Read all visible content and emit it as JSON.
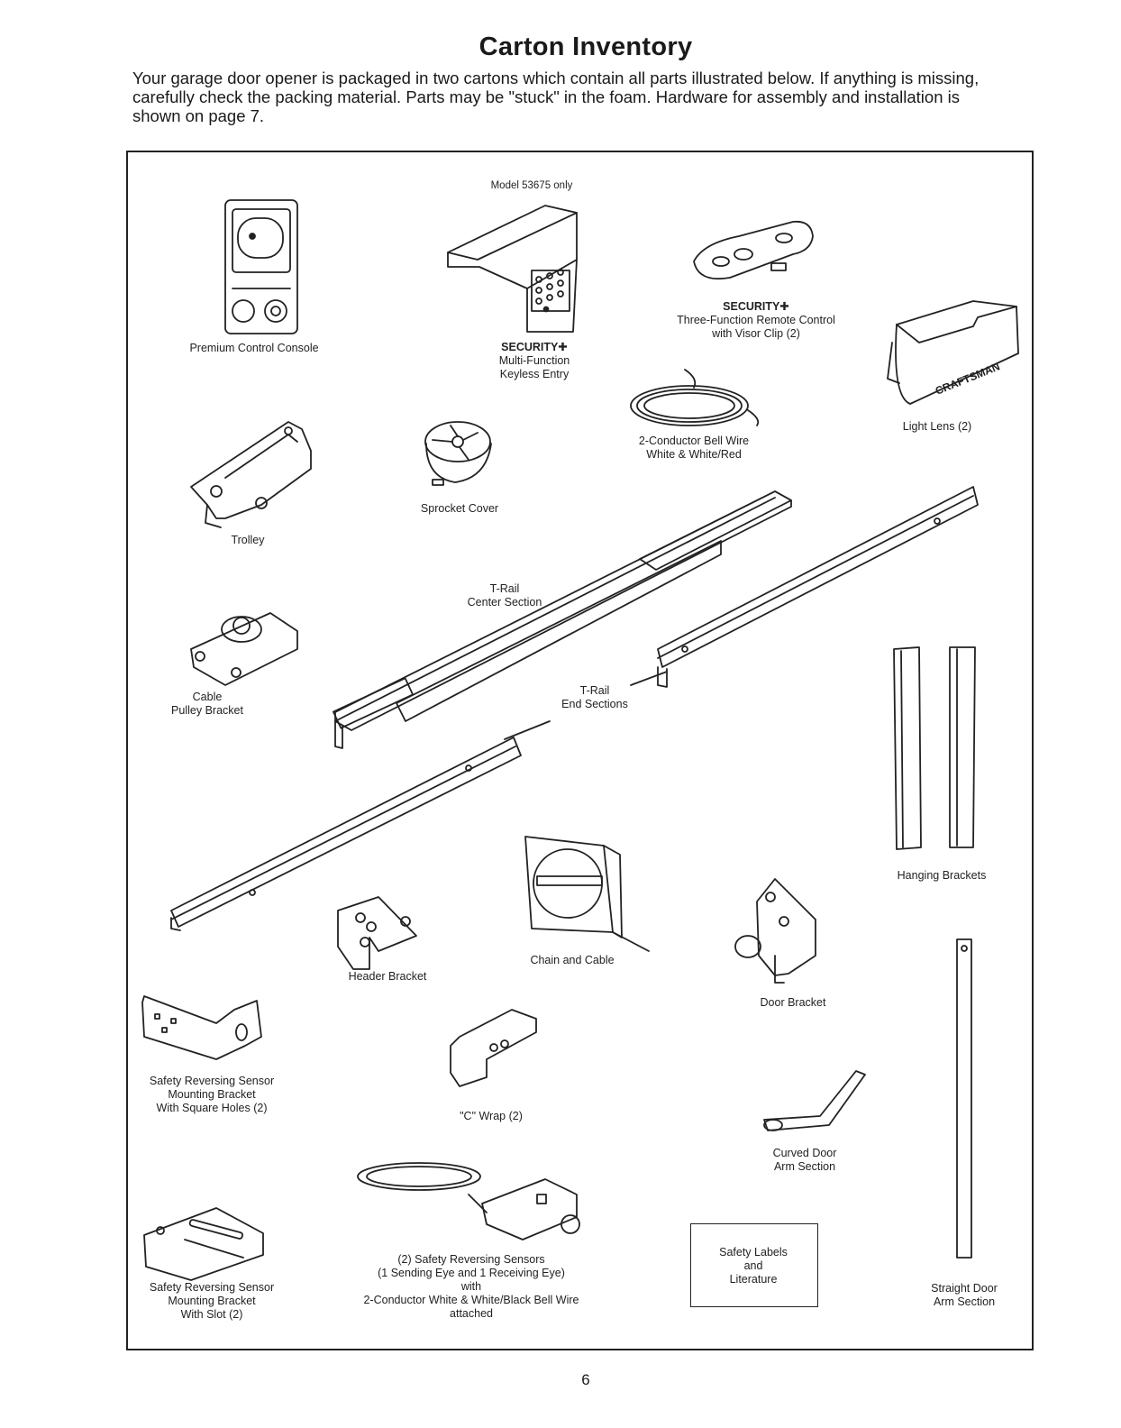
{
  "page": {
    "title": "Carton Inventory",
    "intro": "Your garage door opener is packaged in two cartons which contain all parts illustrated below. If anything is missing, carefully check the packing material. Parts may be \"stuck\" in the foam. Hardware for assembly and installation is shown on page 7.",
    "page_number": "6"
  },
  "parts": {
    "model_note": "Model 53675 only",
    "control_console": "Premium Control Console",
    "keyless_brand": "SECURITY✚",
    "keyless_desc": "Multi-Function\nKeyless Entry",
    "remote_brand": "SECURITY✚",
    "remote_desc": "Three-Function Remote Control\nwith Visor Clip (2)",
    "light_lens": "Light Lens (2)",
    "light_lens_logo": "CRAFTSMAN",
    "bell_wire": "2-Conductor Bell Wire\nWhite & White/Red",
    "sprocket_cover": "Sprocket Cover",
    "trolley": "Trolley",
    "trail_center": "T-Rail\nCenter Section",
    "cable_pulley": "Cable\nPulley Bracket",
    "trail_end": "T-Rail\nEnd Sections",
    "hanging_brackets": "Hanging Brackets",
    "chain_cable": "Chain and Cable",
    "header_bracket": "Header Bracket",
    "door_bracket": "Door Bracket",
    "sensor_bracket_square": "Safety Reversing Sensor\nMounting Bracket\nWith Square Holes (2)",
    "c_wrap": "\"C\" Wrap (2)",
    "curved_arm": "Curved Door\nArm Section",
    "sensors": "(2) Safety Reversing Sensors\n(1 Sending Eye and 1 Receiving Eye)\nwith\n2-Conductor White & White/Black Bell Wire\nattached",
    "safety_labels": "Safety Labels\nand\nLiterature",
    "sensor_bracket_slot": "Safety Reversing Sensor\nMounting Bracket\nWith Slot (2)",
    "straight_arm": "Straight Door\nArm Section"
  }
}
